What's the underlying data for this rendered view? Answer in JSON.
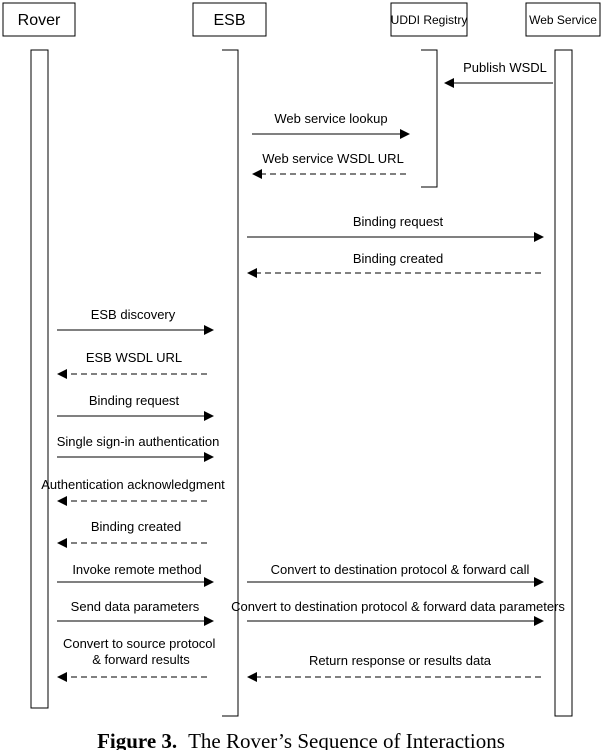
{
  "participants": [
    {
      "id": "rover",
      "label": "Rover"
    },
    {
      "id": "esb",
      "label": "ESB"
    },
    {
      "id": "uddi",
      "label": "UDDI Registry"
    },
    {
      "id": "ws",
      "label": "Web Service"
    }
  ],
  "messages": [
    {
      "from": "ws",
      "to": "uddi",
      "style": "solid",
      "label": "Publish WSDL"
    },
    {
      "from": "esb",
      "to": "uddi",
      "style": "solid",
      "label": "Web service lookup"
    },
    {
      "from": "uddi",
      "to": "esb",
      "style": "dashed",
      "label": "Web service WSDL URL"
    },
    {
      "from": "esb",
      "to": "ws",
      "style": "solid",
      "label": "Binding request"
    },
    {
      "from": "ws",
      "to": "esb",
      "style": "dashed",
      "label": "Binding created"
    },
    {
      "from": "rover",
      "to": "esb",
      "style": "solid",
      "label": "ESB discovery"
    },
    {
      "from": "esb",
      "to": "rover",
      "style": "dashed",
      "label": "ESB WSDL URL"
    },
    {
      "from": "rover",
      "to": "esb",
      "style": "solid",
      "label": "Binding request"
    },
    {
      "from": "rover",
      "to": "esb",
      "style": "solid",
      "label": "Single sign-in authentication"
    },
    {
      "from": "esb",
      "to": "rover",
      "style": "dashed",
      "label": "Authentication acknowledgment"
    },
    {
      "from": "esb",
      "to": "rover",
      "style": "dashed",
      "label": "Binding created"
    },
    {
      "from": "rover",
      "to": "esb",
      "style": "solid",
      "label": "Invoke remote method"
    },
    {
      "from": "esb",
      "to": "ws",
      "style": "solid",
      "label": "Convert to destination protocol & forward call"
    },
    {
      "from": "rover",
      "to": "esb",
      "style": "solid",
      "label": "Send data parameters"
    },
    {
      "from": "esb",
      "to": "ws",
      "style": "solid",
      "label": "Convert to destination protocol & forward data parameters"
    },
    {
      "from": "esb",
      "to": "rover",
      "style": "dashed",
      "label": "Convert to source protocol\n& forward results"
    },
    {
      "from": "ws",
      "to": "esb",
      "style": "dashed",
      "label": "Return response or results data"
    }
  ],
  "caption": {
    "bold": "Figure 3.",
    "text": "The Rover’s Sequence of Interactions"
  }
}
